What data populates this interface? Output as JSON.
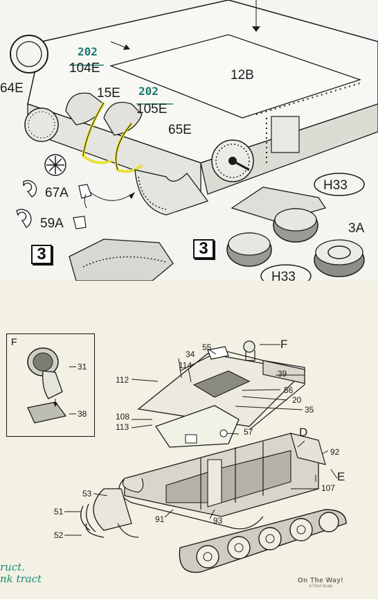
{
  "upper_sheet": {
    "labels": {
      "p64e": "64E",
      "p104e": "104E",
      "p104e_note": "202",
      "p12b": "12B",
      "p15e": "15E",
      "p105e": "105E",
      "p105e_note": "202",
      "p65e": "65E",
      "p67a": "67A",
      "p59a": "59A",
      "h33_top": "H33",
      "p3a": "3A",
      "h33_bottom": "H33"
    },
    "steps": [
      "3",
      "3"
    ]
  },
  "lower_sheet": {
    "inset": {
      "letter": "F",
      "parts": [
        "31",
        "38"
      ]
    },
    "callouts": {
      "p55": "55",
      "pF": "F",
      "p34": "34",
      "p114": "114",
      "p112": "112",
      "p39": "39",
      "p56": "56",
      "p20": "20",
      "p35": "35",
      "p108": "108",
      "p113": "113",
      "p57": "57",
      "pD": "D",
      "p92": "92",
      "p53": "53",
      "pE": "E",
      "p107": "107",
      "p51": "51",
      "p91": "91",
      "p93": "93",
      "p52": "52"
    },
    "handwritten_note": {
      "line1": "ruct.",
      "line2": "nk tract"
    },
    "watermark": {
      "title": "On The Way!",
      "subtitle": "1/72nd Scale"
    }
  },
  "colors": {
    "highlight": "#e6e23a",
    "ink": "#1b1b1b",
    "handwriting": "#1a7a70"
  }
}
